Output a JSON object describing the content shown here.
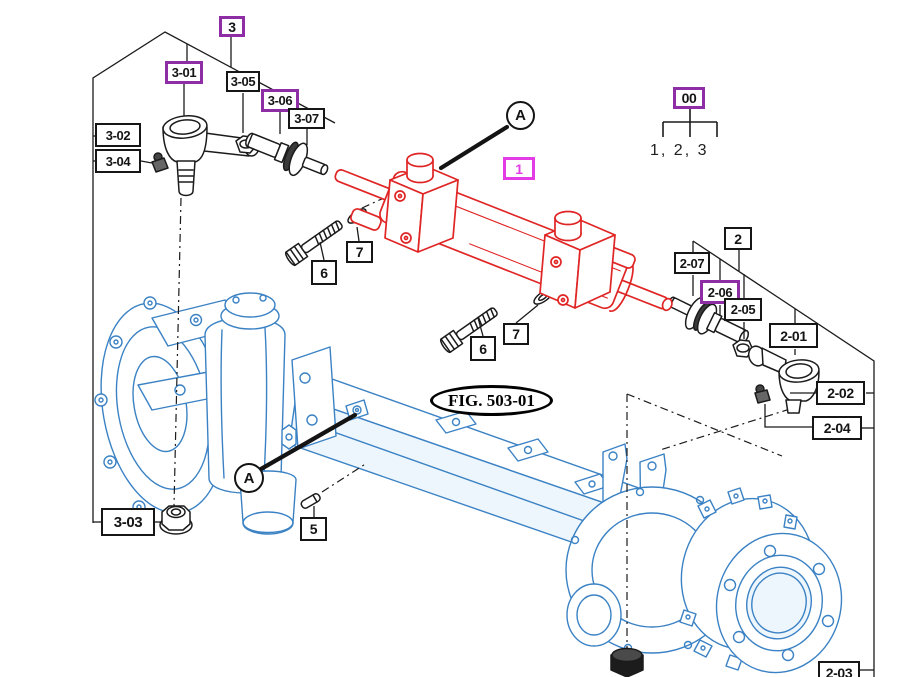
{
  "figure": {
    "title": "FIG. 503-01",
    "view_marker": "A",
    "group_ref": {
      "label": "00",
      "items": "1, 2, 3"
    }
  },
  "parts": {
    "p1": "1",
    "p2": "2",
    "p3": "3",
    "p5": "5",
    "p6": "6",
    "p7": "7",
    "p2_01": "2-01",
    "p2_02": "2-02",
    "p2_03": "2-03",
    "p2_04": "2-04",
    "p2_05": "2-05",
    "p2_06": "2-06",
    "p2_07": "2-07",
    "p3_01": "3-01",
    "p3_02": "3-02",
    "p3_03": "3-03",
    "p3_04": "3-04",
    "p3_05": "3-05",
    "p3_06": "3-06",
    "p3_07": "3-07"
  },
  "highlight": {
    "purple_boxes": [
      "3",
      "3-01",
      "3-06",
      "2-06",
      "00"
    ],
    "magenta_boxes": [
      "1"
    ],
    "selected_part_color": "#e02525"
  },
  "colors": {
    "part_highlight_red": "#e02525",
    "box_purple": "#8e2da5",
    "box_magenta": "#e43ce4",
    "diagram_blue": "#3b82c4",
    "line_black": "#1a1a1a"
  }
}
